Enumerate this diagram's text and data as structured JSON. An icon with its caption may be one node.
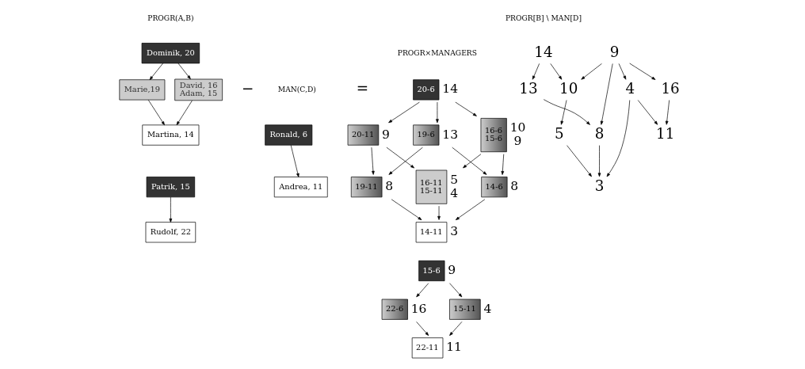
{
  "diagram": {
    "nodes": [
      {
        "text": [
          "Dominik, 20"
        ]
      },
      {
        "text": [
          "Marie,19"
        ]
      },
      {
        "text": [
          "David, 16",
          "Adam, 15"
        ]
      },
      {
        "text": [
          "Martina, 14"
        ]
      },
      {
        "text": [
          "Patrik, 15"
        ]
      },
      {
        "text": [
          "Rudolf, 22"
        ]
      },
      {
        "text": [
          "Ronald, 6"
        ]
      },
      {
        "text": [
          "Andrea, 11"
        ]
      },
      {
        "text": [
          "20-6"
        ],
        "beside": [
          "14"
        ]
      },
      {
        "text": [
          "19-6"
        ],
        "beside": [
          "13"
        ]
      },
      {
        "text": [
          "20-11"
        ],
        "beside": [
          "9"
        ]
      },
      {
        "text": [
          "16-6",
          "15-6"
        ],
        "beside": [
          "10",
          "9"
        ]
      },
      {
        "text": [
          "19-11"
        ],
        "beside": [
          "8"
        ]
      },
      {
        "text": [
          "14-6"
        ],
        "beside": [
          "8"
        ]
      },
      {
        "text": [
          "16-11",
          "15-11"
        ],
        "beside": [
          "5",
          "4"
        ]
      },
      {
        "text": [
          "14-11"
        ],
        "beside": [
          "3"
        ]
      },
      {
        "text": [
          "15-6"
        ],
        "beside": [
          "9"
        ]
      },
      {
        "text": [
          "22-6"
        ],
        "beside": [
          "16"
        ]
      },
      {
        "text": [
          "15-11"
        ],
        "beside": [
          "4"
        ]
      },
      {
        "text": [
          "22-11"
        ],
        "beside": [
          "11"
        ]
      },
      {
        "text": [
          "14"
        ]
      },
      {
        "text": [
          "9"
        ]
      },
      {
        "text": [
          "13"
        ]
      },
      {
        "text": [
          "10"
        ]
      },
      {
        "text": [
          "4"
        ]
      },
      {
        "text": [
          "16"
        ]
      },
      {
        "text": [
          "5"
        ]
      },
      {
        "text": [
          "8"
        ]
      },
      {
        "text": [
          "11"
        ]
      },
      {
        "text": [
          "3"
        ]
      }
    ],
    "edges": [
      {
        "from": 0,
        "to": 1,
        "arrow": "to"
      },
      {
        "from": 0,
        "to": 2,
        "arrow": "to"
      },
      {
        "from": 1,
        "to": 3,
        "arrow": "to"
      },
      {
        "from": 2,
        "to": 3,
        "arrow": "to"
      },
      {
        "from": 4,
        "to": 5,
        "arrow": "to"
      },
      {
        "from": 6,
        "to": 7,
        "arrow": "to"
      },
      {
        "from": 8,
        "to": 9,
        "arrow": "to"
      },
      {
        "from": 8,
        "to": 10,
        "arrow": "to"
      },
      {
        "from": 8,
        "to": 11,
        "arrow": "to"
      },
      {
        "from": 9,
        "to": 12,
        "arrow": "to"
      },
      {
        "from": 9,
        "to": 13,
        "arrow": "to"
      },
      {
        "from": 10,
        "to": 12,
        "arrow": "to"
      },
      {
        "from": 10,
        "to": 14,
        "arrow": "to"
      },
      {
        "from": 11,
        "to": 13,
        "arrow": "to"
      },
      {
        "from": 11,
        "to": 14,
        "arrow": "to"
      },
      {
        "from": 12,
        "to": 15,
        "arrow": "to"
      },
      {
        "from": 13,
        "to": 15,
        "arrow": "to"
      },
      {
        "from": 14,
        "to": 15,
        "arrow": "to"
      },
      {
        "from": 16,
        "to": 17,
        "arrow": "to"
      },
      {
        "from": 16,
        "to": 18,
        "arrow": "to"
      },
      {
        "from": 17,
        "to": 19,
        "arrow": "to"
      },
      {
        "from": 18,
        "to": 19,
        "arrow": "to"
      },
      {
        "from": 20,
        "to": 22,
        "arrow": "to"
      },
      {
        "from": 20,
        "to": 23,
        "arrow": "to"
      },
      {
        "from": 21,
        "to": 23,
        "arrow": "to"
      },
      {
        "from": 21,
        "to": 27,
        "arrow": "to"
      },
      {
        "from": 21,
        "to": 24,
        "arrow": "to"
      },
      {
        "from": 21,
        "to": 25,
        "arrow": "to"
      },
      {
        "from": 22,
        "to": 27,
        "arrow": "to"
      },
      {
        "from": 23,
        "to": 26,
        "arrow": "to"
      },
      {
        "from": 24,
        "to": 29,
        "arrow": "to"
      },
      {
        "from": 24,
        "to": 28,
        "arrow": "to"
      },
      {
        "from": 25,
        "to": 28,
        "arrow": "to"
      },
      {
        "from": 26,
        "to": 29,
        "arrow": "to"
      },
      {
        "from": 27,
        "to": 29,
        "arrow": "to"
      }
    ],
    "labels": [
      "PROGR(A,B)",
      "MAN(C,D)",
      "PROGR×MANAGERS",
      "PROGR[B] \\ MAN[D]",
      "−",
      "="
    ]
  }
}
